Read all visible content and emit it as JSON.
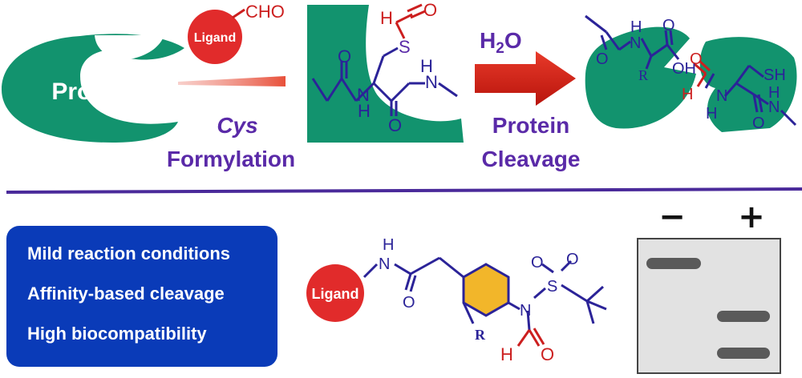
{
  "colors": {
    "protein_green": "#12936e",
    "ligand_red": "#e12b2b",
    "label_purple": "#5a2aa8",
    "bond_navy": "#2b2398",
    "hetero_red": "#cc1f1f",
    "divider": "#4a2a9a",
    "box_blue": "#0a3bb8",
    "highlight_yellow": "#f2b62a",
    "gel_gray": "#e2e2e2",
    "band_gray": "#5a5a5a"
  },
  "top": {
    "protein_label": "Protein",
    "ligand_label": "Ligand",
    "cho_label": "CHO",
    "step1_italic": "Cys",
    "step1_label": "Formylation",
    "water_label": "H2O",
    "step2_line1": "Protein",
    "step2_line2": "Cleavage"
  },
  "chem": {
    "h": "H",
    "n": "N",
    "o": "O",
    "s": "S",
    "r": "R",
    "oh": "OH",
    "sh": "SH"
  },
  "features": [
    "Mild reaction conditions",
    "Affinity-based cleavage",
    "High biocompatibility"
  ],
  "bottom": {
    "ligand_label": "Ligand"
  },
  "gel": {
    "minus_label": "−",
    "plus_label": "+",
    "lanes": [
      {
        "label": "−",
        "bands": 1
      },
      {
        "label": "+",
        "bands": 2
      }
    ]
  }
}
